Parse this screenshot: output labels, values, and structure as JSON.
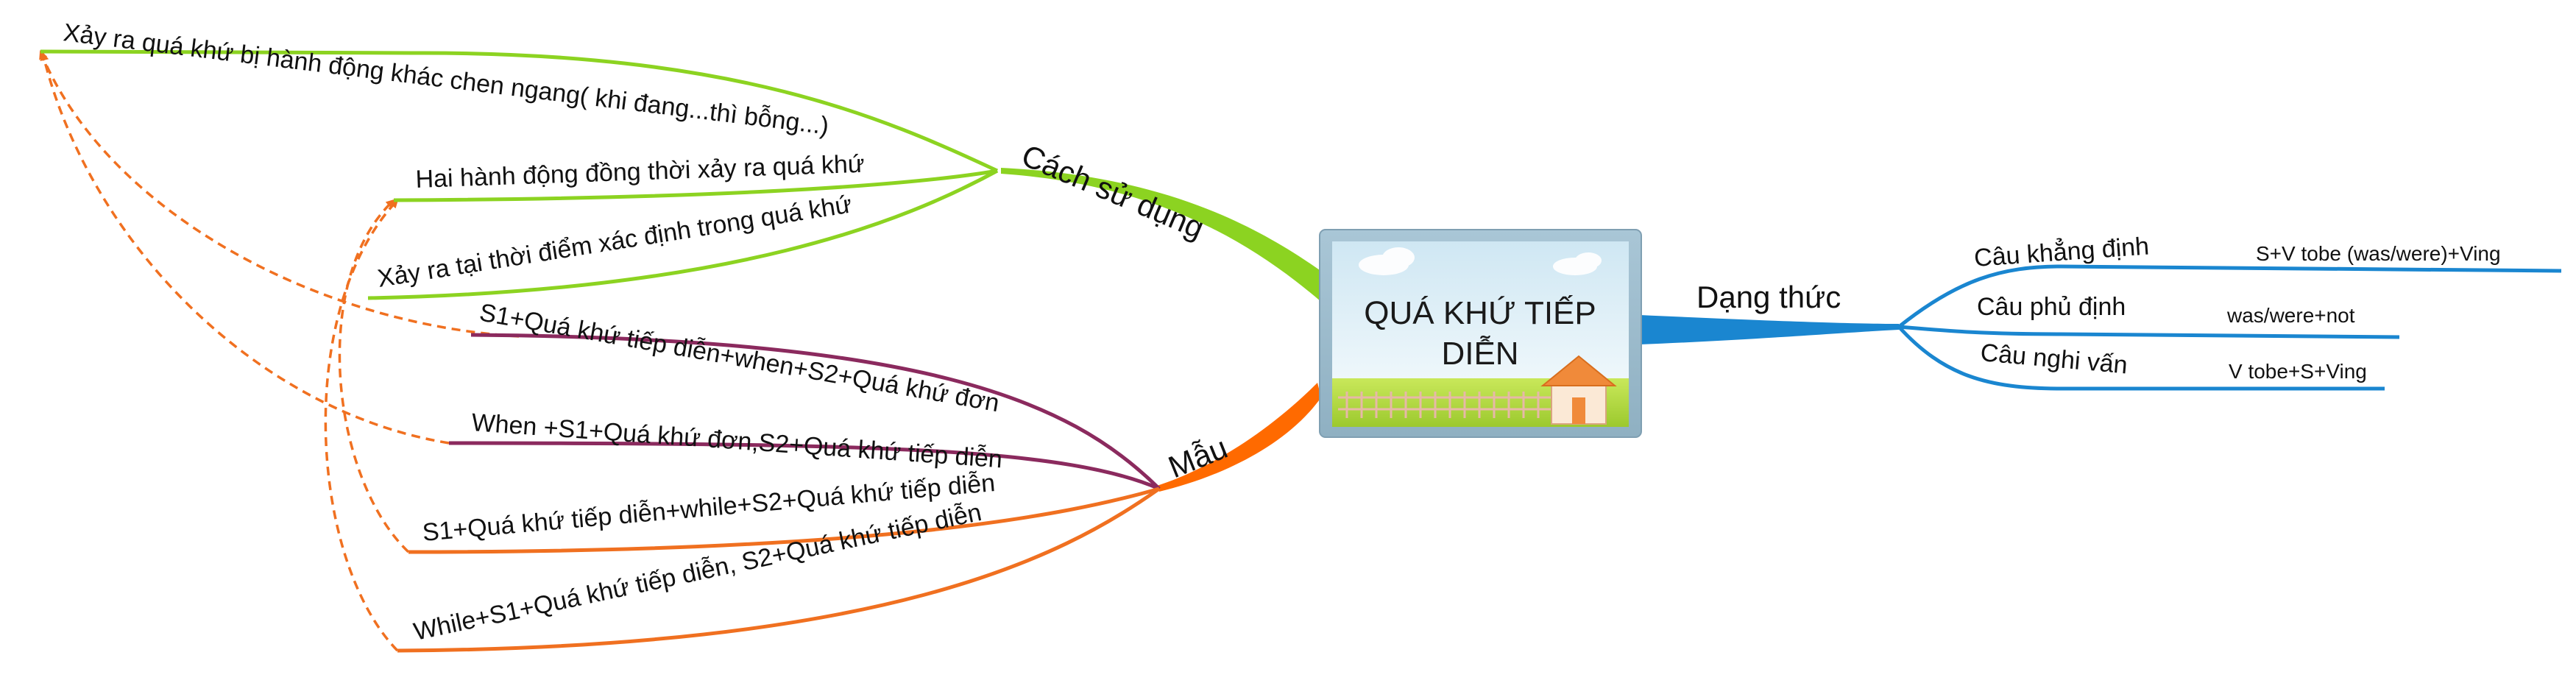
{
  "central": {
    "line1": "QUÁ KHỨ TIẾP",
    "line2": "DIỄN"
  },
  "branches": {
    "usage": {
      "label": "Cách sử dụng",
      "color": "#8cd321",
      "items": [
        "Xảy ra quá khứ bị hành động khác chen ngang( khi đang...thì bỗng...)",
        "Hai hành động đồng thời xảy ra quá khứ",
        "Xảy ra tại thời điểm xác định trong quá khứ"
      ]
    },
    "pattern": {
      "label": "Mẫu",
      "pattern_color": "#ff6a00",
      "items": [
        {
          "text": "S1+Quá khứ tiếp diễn+when+S2+Quá khứ đơn",
          "color": "#8b2a5e"
        },
        {
          "text": "When +S1+Quá khứ đơn,S2+Quá khứ tiếp diễn",
          "color": "#8b2a5e"
        },
        {
          "text": "S1+Quá khứ tiếp diễn+while+S2+Quá khứ tiếp diễn",
          "color": "#f07020"
        },
        {
          "text": "While+S1+Quá khứ tiếp diễn, S2+Quá khứ tiếp diễn",
          "color": "#f07020"
        }
      ]
    },
    "form": {
      "label": "Dạng thức",
      "color": "#1a86d0",
      "items": [
        {
          "label": "Câu khẳng định",
          "value": "S+V tobe (was/were)+Ving"
        },
        {
          "label": "Câu phủ định",
          "value": "was/were+not"
        },
        {
          "label": "Câu nghi vấn",
          "value": "V tobe+S+Ving"
        }
      ]
    }
  },
  "relationship_color": "#f07020"
}
